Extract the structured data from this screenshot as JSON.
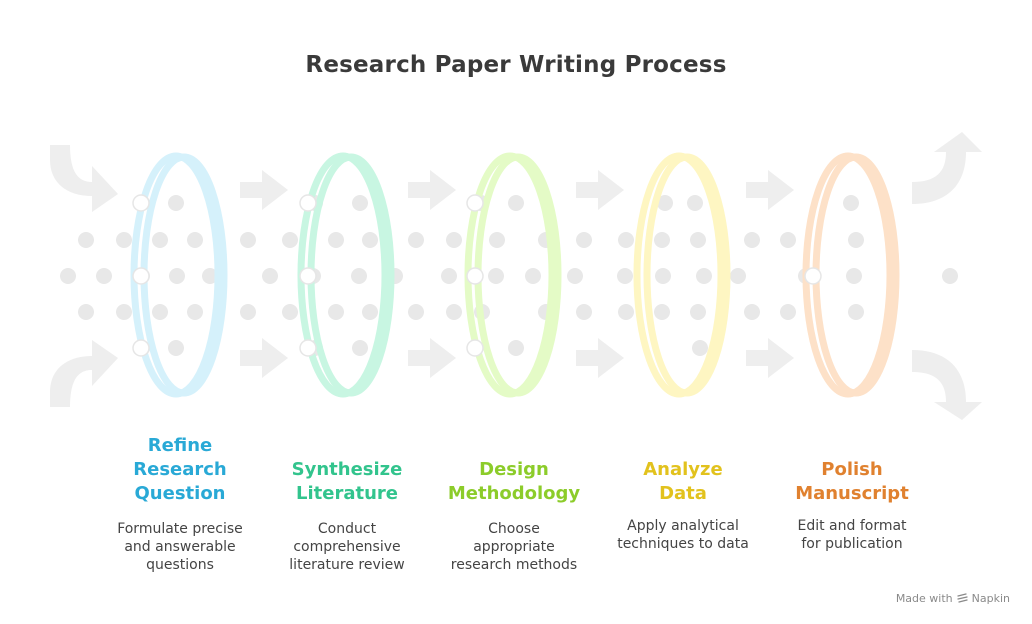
{
  "title": "Research Paper Writing Process",
  "steps": [
    {
      "title_lines": [
        "Refine",
        "Research",
        "Question"
      ],
      "desc_lines": [
        "Formulate precise",
        "and answerable",
        "questions"
      ],
      "color": "#29a9d6",
      "ring_color": "#d5f1fb"
    },
    {
      "title_lines": [
        "Synthesize",
        "Literature"
      ],
      "desc_lines": [
        "Conduct",
        "comprehensive",
        "literature review"
      ],
      "color": "#32c48d",
      "ring_color": "#c8f6e2"
    },
    {
      "title_lines": [
        "Design",
        "Methodology"
      ],
      "desc_lines": [
        "Choose",
        "appropriate",
        "research methods"
      ],
      "color": "#8ccc2a",
      "ring_color": "#e4fbc6"
    },
    {
      "title_lines": [
        "Analyze",
        "Data"
      ],
      "desc_lines": [
        "Apply analytical",
        "techniques to data"
      ],
      "color": "#e2c21d",
      "ring_color": "#fef6c2"
    },
    {
      "title_lines": [
        "Polish",
        "Manuscript"
      ],
      "desc_lines": [
        "Edit and format",
        "for publication"
      ],
      "color": "#e0812f",
      "ring_color": "#fde1c8"
    }
  ],
  "footer": {
    "text": "Made with",
    "brand": "Napkin"
  },
  "colors": {
    "arrow": "#eeeeee",
    "dot": "#e8e8e8",
    "text": "#3a3a3a"
  }
}
